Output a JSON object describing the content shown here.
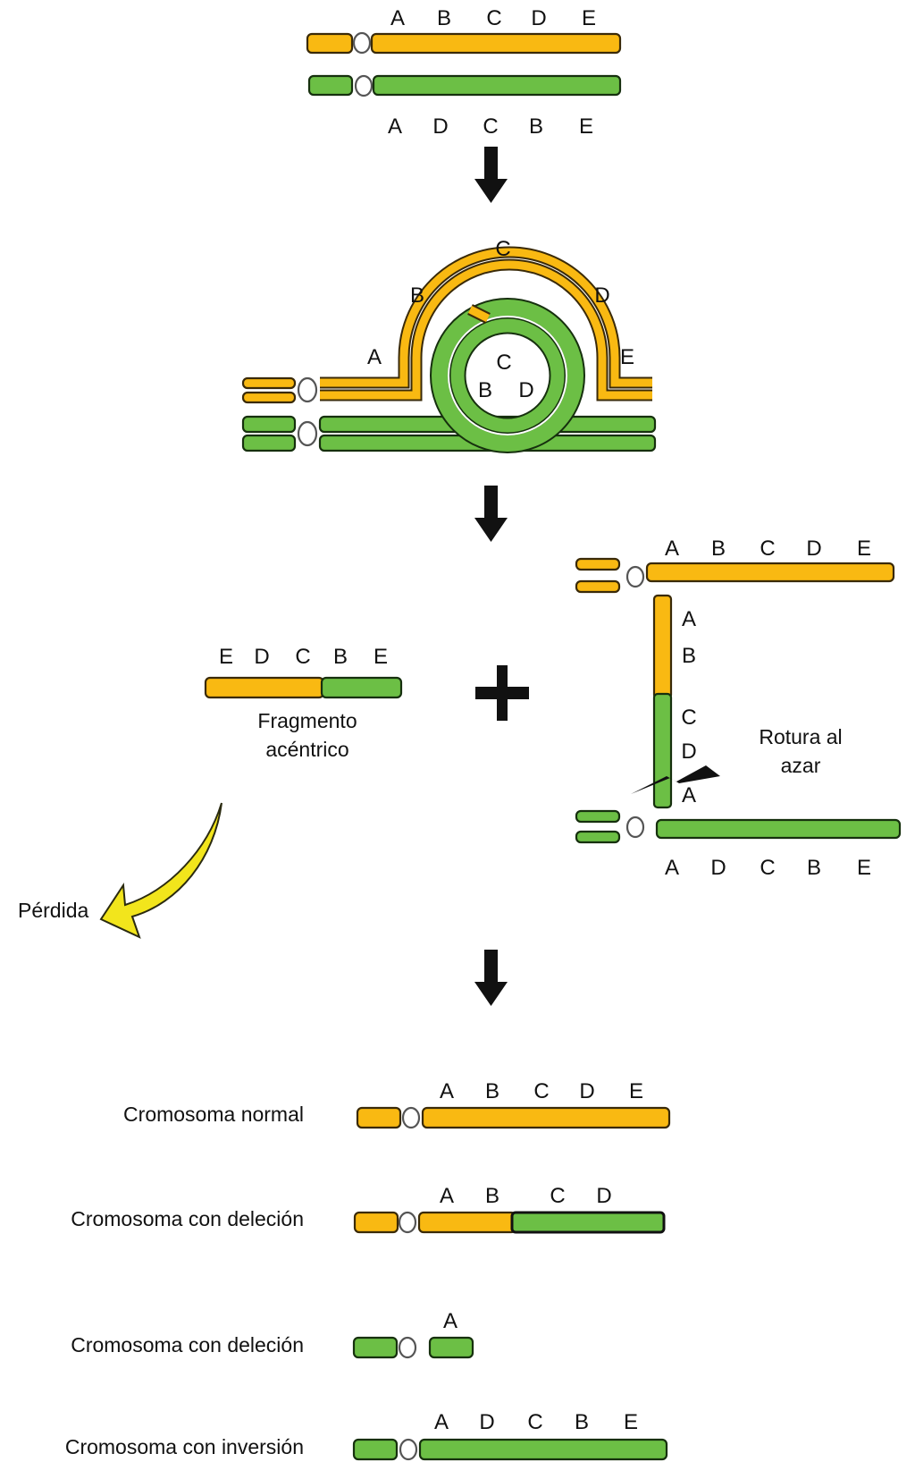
{
  "colors": {
    "normal_chromosome": "#f9b912",
    "inverted_chromosome": "#6cbf45",
    "loss_arrow": "#f2e51c",
    "outline": "#222222"
  },
  "stage1": {
    "top_genes": [
      "A",
      "B",
      "C",
      "D",
      "E"
    ],
    "bottom_genes": [
      "A",
      "D",
      "C",
      "B",
      "E"
    ]
  },
  "stage2_loop": {
    "outer_genes": [
      "A",
      "B",
      "C",
      "D",
      "E"
    ],
    "inner_genes": [
      "B",
      "C",
      "D"
    ]
  },
  "stage3": {
    "fragment_genes": [
      "E",
      "D",
      "C",
      "B",
      "E"
    ],
    "fragment_label_line1": "Fragmento",
    "fragment_label_line2": "acéntrico",
    "plus_symbol": "+",
    "loss_label": "Pérdida",
    "bridge_top_genes": [
      "A",
      "B",
      "C",
      "D",
      "E"
    ],
    "bridge_vertical_genes": [
      "A",
      "B",
      "C",
      "D",
      "A"
    ],
    "bridge_bottom_genes": [
      "A",
      "D",
      "C",
      "B",
      "E"
    ],
    "break_label_line1": "Rotura al",
    "break_label_line2": "azar"
  },
  "results": [
    {
      "label": "Cromosoma normal",
      "genes": [
        "A",
        "B",
        "C",
        "D",
        "E"
      ]
    },
    {
      "label": "Cromosoma con deleción",
      "genes": [
        "A",
        "B",
        "C",
        "D"
      ]
    },
    {
      "label": "Cromosoma  con deleción",
      "genes": [
        "A"
      ]
    },
    {
      "label": "Cromosoma con inversión",
      "genes": [
        "A",
        "D",
        "C",
        "B",
        "E"
      ]
    }
  ]
}
